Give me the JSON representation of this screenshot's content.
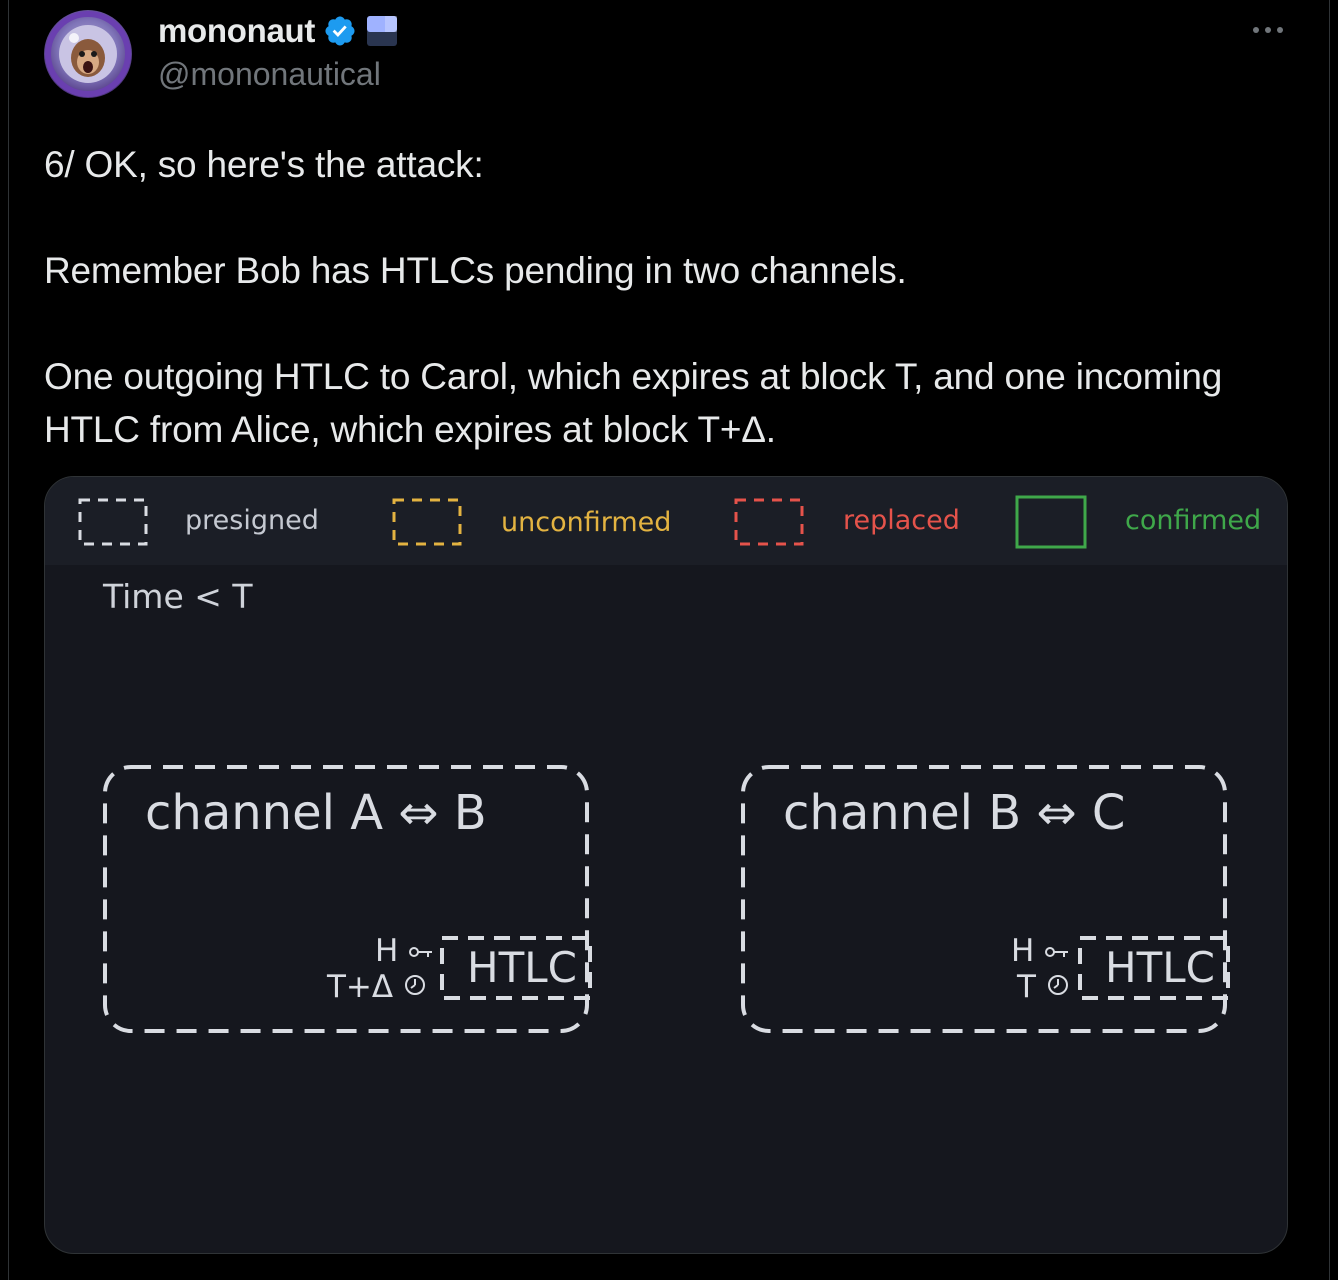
{
  "author": {
    "display_name": "mononaut",
    "handle": "@mononautical",
    "verified_icon": "verified-badge-icon",
    "affiliate_icon": "affiliate-badge-icon"
  },
  "more_icon": "more-icon",
  "tweet": {
    "line1": "6/ OK, so here's the attack:",
    "line2": "Remember Bob has HTLCs pending in two channels.",
    "line3a": "One outgoing HTLC to Carol, which expires at block T, and one incoming",
    "line3b": "HTLC from Alice, which expires at block T+Δ."
  },
  "diagram": {
    "legend": {
      "presigned": "presigned",
      "unconfirmed": "unconfirmed",
      "replaced": "replaced",
      "confirmed": "confirmed"
    },
    "colors": {
      "presigned": "#d9dce2",
      "unconfirmed": "#e3b341",
      "replaced": "#e5534b",
      "confirmed": "#3fa84a"
    },
    "time_label": "Time < T",
    "channel_a": {
      "title": "channel A ⇔ B",
      "hash_label": "H",
      "timeout_label": "T+Δ",
      "htlc_label": "HTLC"
    },
    "channel_b": {
      "title": "channel B ⇔ C",
      "hash_label": "H",
      "timeout_label": "T",
      "htlc_label": "HTLC"
    }
  }
}
